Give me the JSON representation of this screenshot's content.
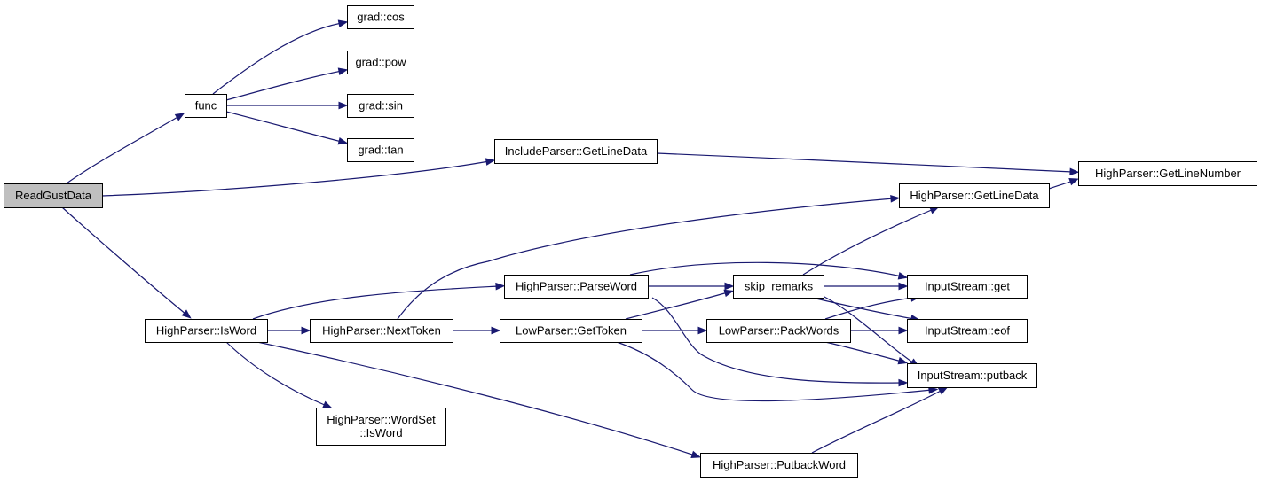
{
  "graph": {
    "colors": {
      "edge": "#191970",
      "root_fill": "#bfbfbf",
      "node_fill": "#ffffff",
      "node_border": "#000000"
    },
    "nodes": {
      "readgustdata": {
        "label": [
          "ReadGustData"
        ],
        "root": true
      },
      "func": {
        "label": [
          "func"
        ]
      },
      "grad-cos": {
        "label": [
          "grad::cos"
        ]
      },
      "grad-pow": {
        "label": [
          "grad::pow"
        ]
      },
      "grad-sin": {
        "label": [
          "grad::sin"
        ]
      },
      "grad-tan": {
        "label": [
          "grad::tan"
        ]
      },
      "includeparser-getlinedata": {
        "label": [
          "IncludeParser::GetLineData"
        ]
      },
      "highparser-getlinenumber": {
        "label": [
          "HighParser::GetLineNumber"
        ]
      },
      "highparser-getlinedata": {
        "label": [
          "HighParser::GetLineData"
        ]
      },
      "highparser-isword": {
        "label": [
          "HighParser::IsWord"
        ]
      },
      "highparser-nexttoken": {
        "label": [
          "HighParser::NextToken"
        ]
      },
      "highparser-parseword": {
        "label": [
          "HighParser::ParseWord"
        ]
      },
      "lowparser-gettoken": {
        "label": [
          "LowParser::GetToken"
        ]
      },
      "skip-remarks": {
        "label": [
          "skip_remarks"
        ]
      },
      "lowparser-packwords": {
        "label": [
          "LowParser::PackWords"
        ]
      },
      "inputstream-get": {
        "label": [
          "InputStream::get"
        ]
      },
      "inputstream-eof": {
        "label": [
          "InputStream::eof"
        ]
      },
      "inputstream-putback": {
        "label": [
          "InputStream::putback"
        ]
      },
      "highparser-wordset-isword": {
        "label": [
          "HighParser::WordSet",
          "::IsWord"
        ]
      },
      "highparser-putbackword": {
        "label": [
          "HighParser::PutbackWord"
        ]
      }
    },
    "edges": [
      [
        "readgustdata",
        "func"
      ],
      [
        "readgustdata",
        "includeparser-getlinedata"
      ],
      [
        "readgustdata",
        "highparser-isword"
      ],
      [
        "func",
        "grad-cos"
      ],
      [
        "func",
        "grad-pow"
      ],
      [
        "func",
        "grad-sin"
      ],
      [
        "func",
        "grad-tan"
      ],
      [
        "includeparser-getlinedata",
        "highparser-getlinenumber"
      ],
      [
        "highparser-getlinedata",
        "highparser-getlinenumber"
      ],
      [
        "highparser-isword",
        "highparser-nexttoken"
      ],
      [
        "highparser-isword",
        "highparser-parseword"
      ],
      [
        "highparser-isword",
        "highparser-wordset-isword"
      ],
      [
        "highparser-isword",
        "highparser-putbackword"
      ],
      [
        "highparser-nexttoken",
        "highparser-getlinedata"
      ],
      [
        "highparser-nexttoken",
        "lowparser-gettoken"
      ],
      [
        "highparser-parseword",
        "skip-remarks"
      ],
      [
        "highparser-parseword",
        "inputstream-get"
      ],
      [
        "highparser-parseword",
        "inputstream-putback"
      ],
      [
        "lowparser-gettoken",
        "skip-remarks"
      ],
      [
        "lowparser-gettoken",
        "lowparser-packwords"
      ],
      [
        "lowparser-gettoken",
        "inputstream-putback"
      ],
      [
        "skip-remarks",
        "highparser-getlinedata"
      ],
      [
        "skip-remarks",
        "inputstream-get"
      ],
      [
        "skip-remarks",
        "inputstream-eof"
      ],
      [
        "skip-remarks",
        "inputstream-putback"
      ],
      [
        "lowparser-packwords",
        "inputstream-get"
      ],
      [
        "lowparser-packwords",
        "inputstream-eof"
      ],
      [
        "lowparser-packwords",
        "inputstream-putback"
      ],
      [
        "highparser-putbackword",
        "inputstream-putback"
      ]
    ]
  }
}
